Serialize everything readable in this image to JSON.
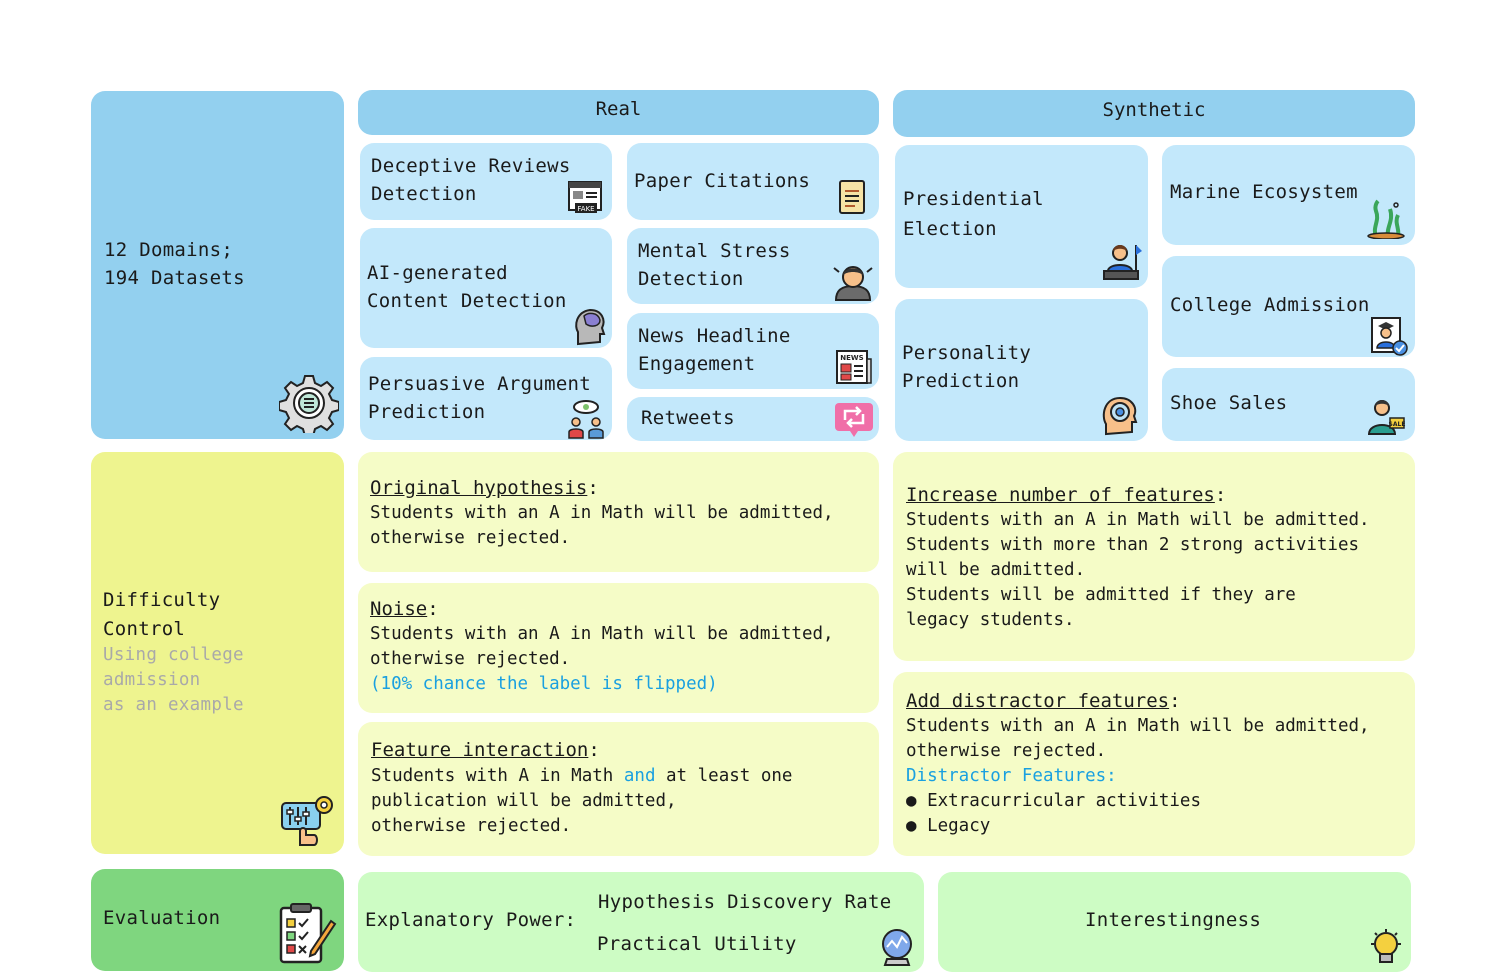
{
  "domains": {
    "line1": "12 Domains;",
    "line2": "194 Datasets"
  },
  "real": {
    "header": "Real",
    "cards": [
      {
        "l1": "Deceptive Reviews",
        "l2": "Detection",
        "icon": "fake-review-icon"
      },
      {
        "l1": "Paper Citations",
        "l2": "",
        "icon": "paper-icon"
      },
      {
        "l1": "AI-generated",
        "l2": "Content Detection",
        "icon": "ai-head-icon"
      },
      {
        "l1": "Mental Stress",
        "l2": "Detection",
        "icon": "stressed-person-icon"
      },
      {
        "l1": "Persuasive Argument",
        "l2": "Prediction",
        "icon": "discussion-icon"
      },
      {
        "l1": "News Headline",
        "l2": "Engagement",
        "icon": "newspaper-icon"
      },
      {
        "l1": "Retweets",
        "l2": "",
        "icon": "retweet-icon"
      }
    ]
  },
  "synthetic": {
    "header": "Synthetic",
    "cards": [
      {
        "l1": "Presidential",
        "l2": "Election",
        "icon": "president-icon"
      },
      {
        "l1": "Marine Ecosystem",
        "l2": "",
        "icon": "seaweed-icon"
      },
      {
        "l1": "College Admission",
        "l2": "",
        "icon": "graduate-icon"
      },
      {
        "l1": "Personality",
        "l2": "Prediction",
        "icon": "head-profile-icon"
      },
      {
        "l1": "Shoe Sales",
        "l2": "",
        "icon": "salesman-icon"
      }
    ]
  },
  "difficulty": {
    "title1": "Difficulty",
    "title2": "Control",
    "sub1": "Using college",
    "sub2": "admission",
    "sub3": "as an example"
  },
  "original": {
    "title": "Original hypothesis",
    "colon": ":",
    "l1": "Students with an A in Math will be admitted,",
    "l2": "otherwise rejected."
  },
  "noise": {
    "title": "Noise",
    "colon": ":",
    "l1": "Students with an A in Math will be admitted,",
    "l2": "otherwise rejected.",
    "l3": "(10% chance the label is flipped)"
  },
  "feature_interaction": {
    "title": "Feature interaction",
    "colon": ":",
    "l1a": "Students with A in Math ",
    "l1b": "and",
    "l1c": " at least one",
    "l2": "publication will be admitted,",
    "l3": "otherwise rejected."
  },
  "increase": {
    "title": "Increase number of features",
    "colon": ":",
    "l1": "Students with an A in Math will be admitted.",
    "l2": "Students with more than 2 strong activities",
    "l3": "will be admitted.",
    "l4": "Students will be admitted if they are",
    "l5": "legacy students."
  },
  "distractor": {
    "title": "Add distractor features",
    "colon": ":",
    "l1": "Students with an A in Math will be admitted,",
    "l2": "otherwise rejected.",
    "l3": "Distractor Features:",
    "b1": "● Extracurricular activities",
    "b2": "● Legacy"
  },
  "evaluation": {
    "label": "Evaluation",
    "explanatory": "Explanatory Power:",
    "hdr": "Hypothesis Discovery Rate",
    "pu": "Practical Utility",
    "interestingness": "Interestingness"
  },
  "colors": {
    "blue_dark": "#93d0ef",
    "blue_light": "#c3e8fb",
    "yellow_dark": "#eef48f",
    "yellow_light": "#f5fcc7",
    "green_dark": "#7fd67f",
    "green_light": "#cdfcc4",
    "accent": "#1aa0e0"
  }
}
